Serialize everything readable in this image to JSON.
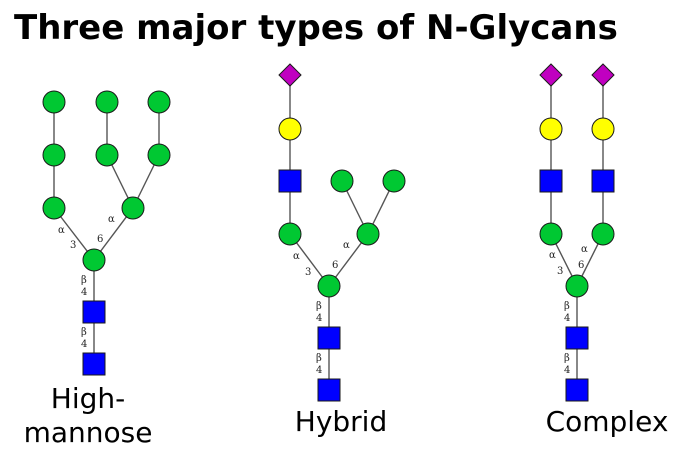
{
  "title": "Three major types of N-Glycans",
  "captions": {
    "high_mannose": [
      "High-",
      "mannose"
    ],
    "hybrid": "Hybrid",
    "complex": "Complex"
  },
  "linkage_labels": {
    "alpha": "α",
    "beta": "β",
    "three": "3",
    "six": "6",
    "four": "4"
  },
  "colors": {
    "mannose": "#00c832",
    "galactose": "#ffff00",
    "glcnac": "#0000ff",
    "neuac": "#c000c0"
  }
}
